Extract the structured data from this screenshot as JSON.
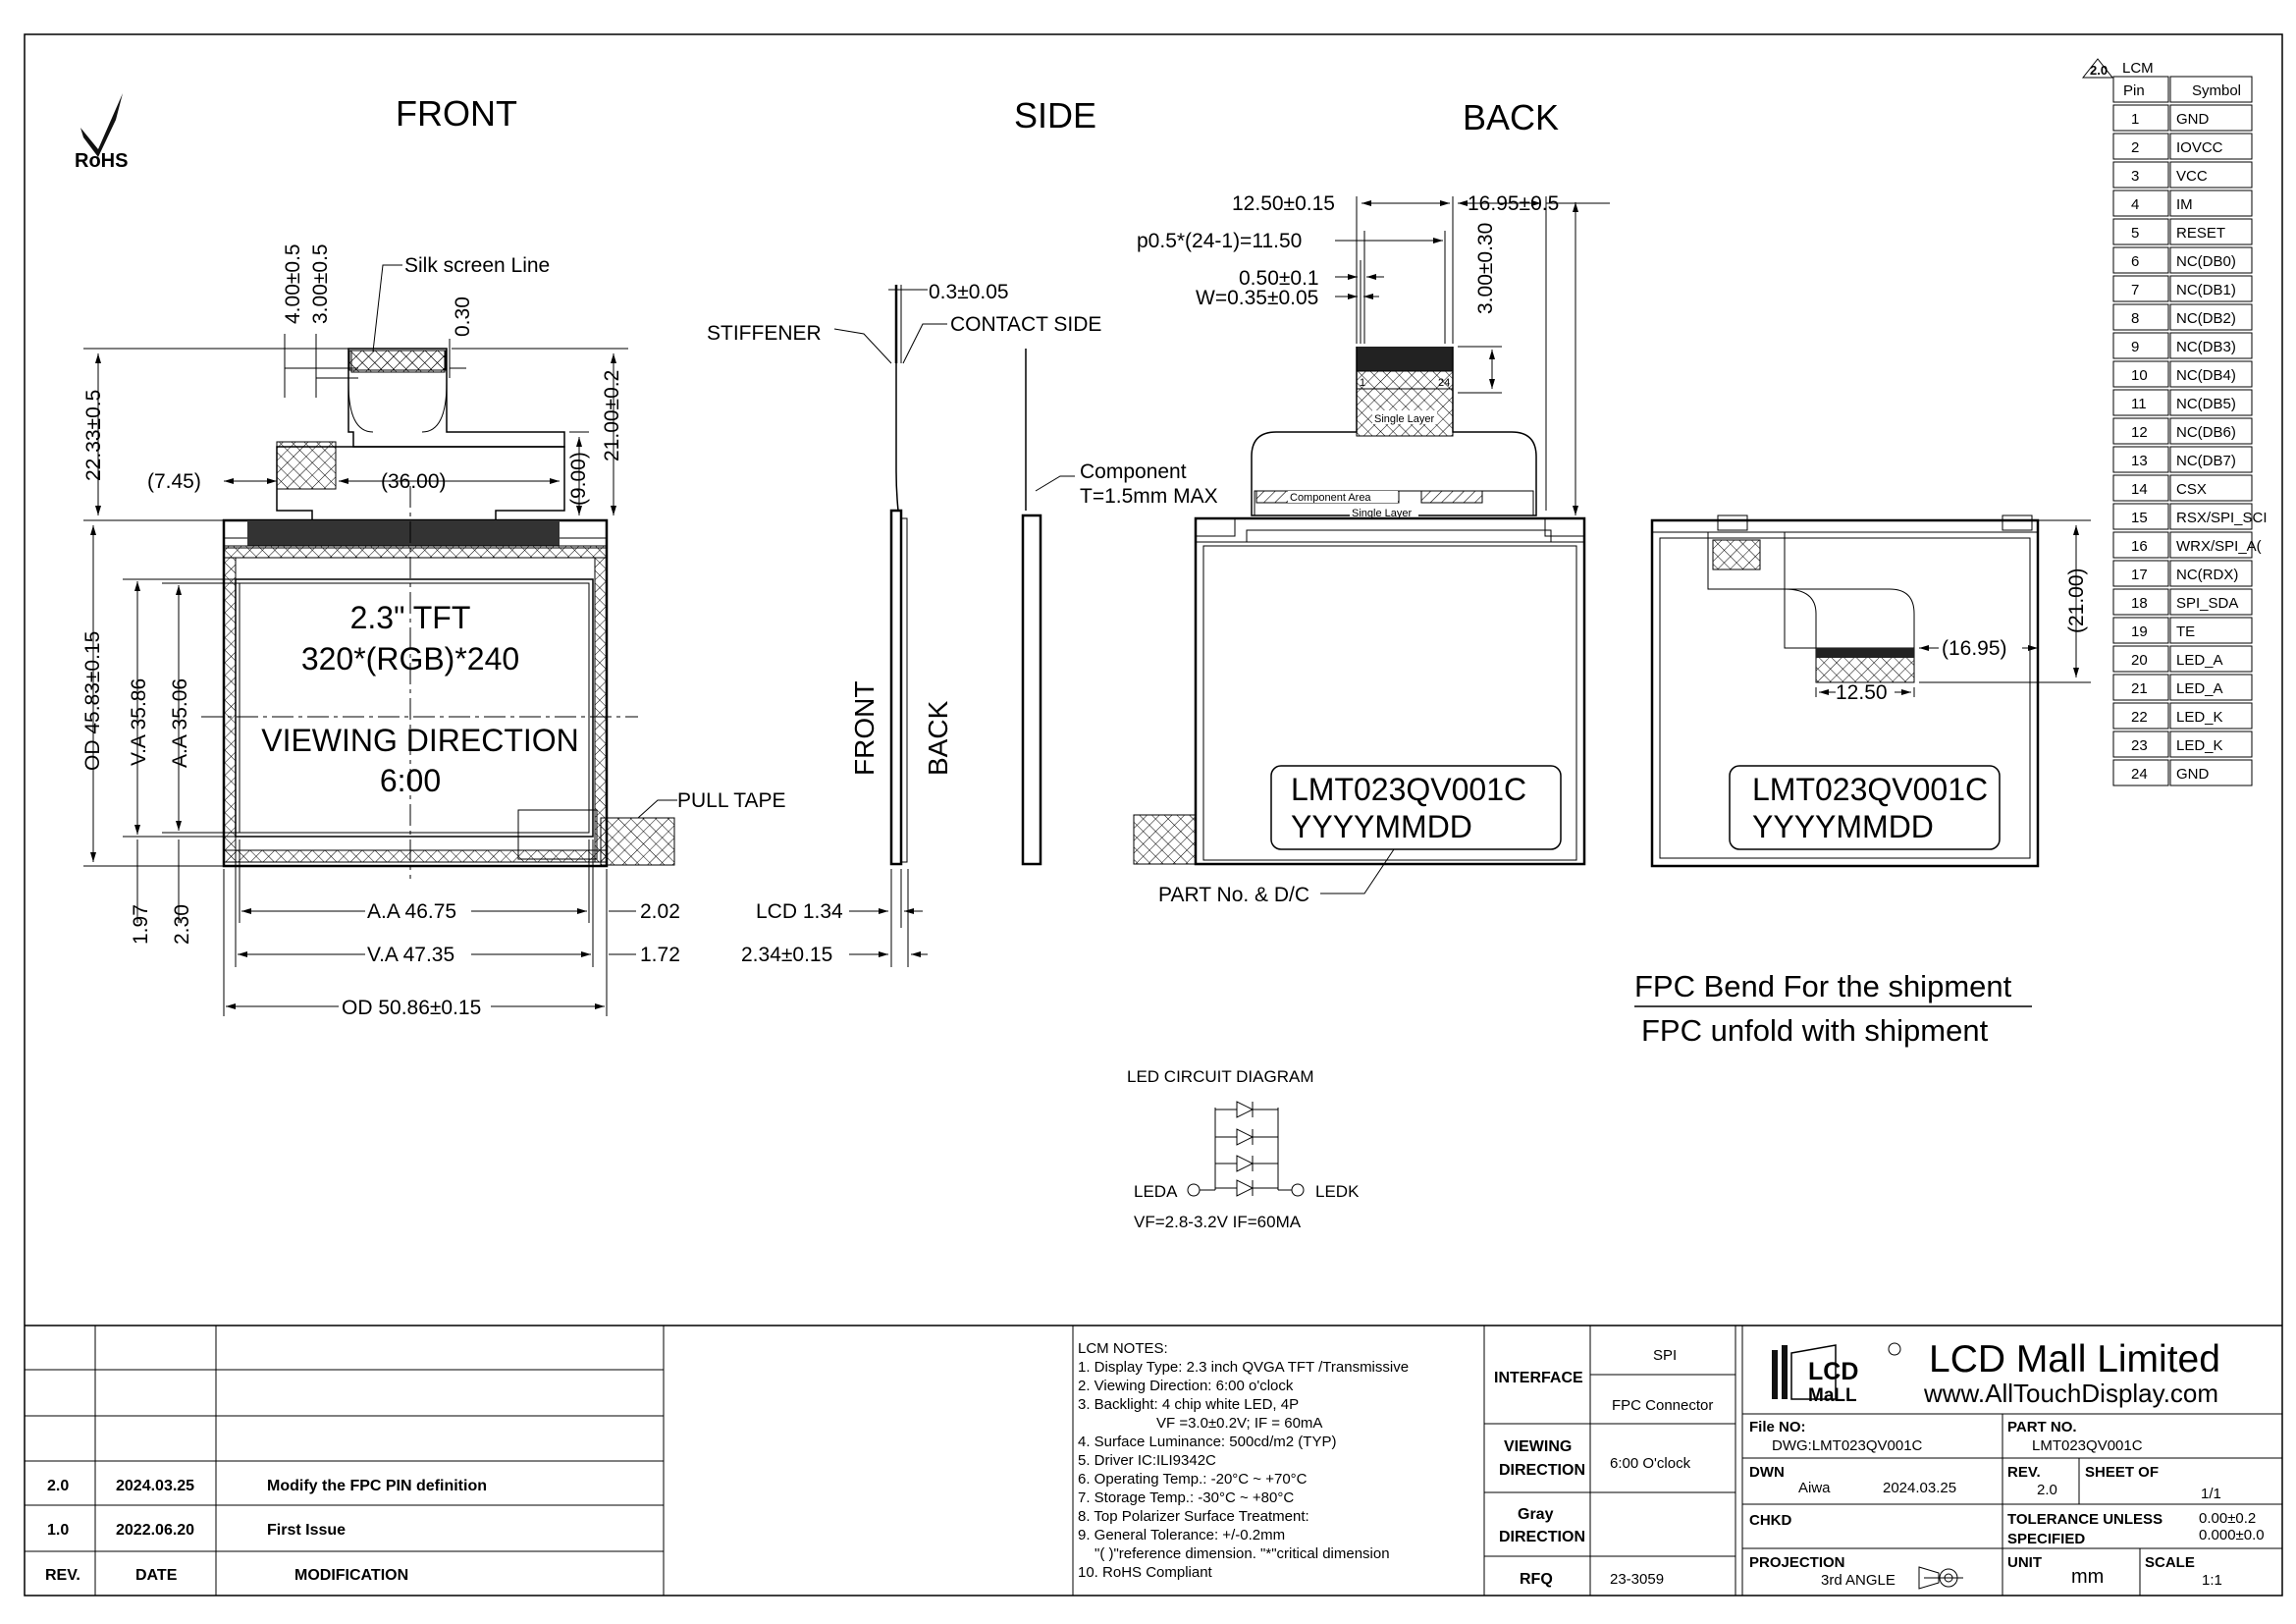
{
  "views": {
    "front": "FRONT",
    "side": "SIDE",
    "back": "BACK"
  },
  "rohs": "RoHS",
  "front": {
    "d_400": "4.00±0.5",
    "d_300": "3.00±0.5",
    "silk": "Silk screen Line",
    "d_030": "0.30",
    "d_2233": "22.33±0.5",
    "d_2100": "21.00±0.2",
    "d_745": "(7.45)",
    "d_3600": "(36.00)",
    "d_900": "(9.00)",
    "tft1": "2.3\" TFT",
    "tft2": "320*(RGB)*240",
    "vd1": "VIEWING DIRECTION",
    "vd2": "6:00",
    "od_v": "OD 45.83±0.15",
    "va_v": "V.A 35.86",
    "aa_v": "A.A 35.06",
    "pull": "PULL TAPE",
    "d_197": "1.97",
    "d_230": "2.30",
    "aa_h": "A.A 46.75",
    "d_202": "2.02",
    "va_h": "V.A 47.35",
    "d_172": "1.72",
    "od_h": "OD 50.86±0.15"
  },
  "side": {
    "d_03": "0.3±0.05",
    "stiffener": "STIFFENER",
    "contact": "CONTACT SIDE",
    "comp1": "Component",
    "comp2": "T=1.5mm MAX",
    "front": "FRONT",
    "back": "BACK",
    "lcd": "LCD 1.34",
    "d_234": "2.34±0.15"
  },
  "back": {
    "d_1250": "12.50±0.15",
    "d_1695": "16.95±0.5",
    "pitch": "p0.5*(24-1)=11.50",
    "d_050": "0.50±0.1",
    "w": "W=0.35±0.05",
    "d_300": "3.00±0.30",
    "pin1": "1",
    "pin24": "24",
    "single1": "Single Layer",
    "comp_area": "Component Area",
    "single2": "Single Layer",
    "label1": "LMT023QV001C",
    "label2": "YYYYMMDD",
    "partno": "PART No. & D/C",
    "d_2100": "(21.00)",
    "d_1695b": "(16.95)",
    "d_1250b": "12.50",
    "label1b": "LMT023QV001C",
    "label2b": "YYYYMMDD"
  },
  "fpc1": "FPC Bend For the shipment",
  "fpc2": "FPC unfold with shipment",
  "led": {
    "title": "LED CIRCUIT DIAGRAM",
    "leda": "LEDA",
    "ledk": "LEDK",
    "spec": "VF=2.8-3.2V  IF=60MA"
  },
  "pin_table": {
    "rev": "2.0",
    "title": "LCM",
    "h_pin": "Pin",
    "h_sym": "Symbol",
    "rows": [
      [
        "1",
        "GND"
      ],
      [
        "2",
        "IOVCC"
      ],
      [
        "3",
        "VCC"
      ],
      [
        "4",
        "IM"
      ],
      [
        "5",
        "RESET"
      ],
      [
        "6",
        "NC(DB0)"
      ],
      [
        "7",
        "NC(DB1)"
      ],
      [
        "8",
        "NC(DB2)"
      ],
      [
        "9",
        "NC(DB3)"
      ],
      [
        "10",
        "NC(DB4)"
      ],
      [
        "11",
        "NC(DB5)"
      ],
      [
        "12",
        "NC(DB6)"
      ],
      [
        "13",
        "NC(DB7)"
      ],
      [
        "14",
        "CSX"
      ],
      [
        "15",
        "RSX/SPI_SCI"
      ],
      [
        "16",
        "WRX/SPI_A("
      ],
      [
        "17",
        "NC(RDX)"
      ],
      [
        "18",
        "SPI_SDA"
      ],
      [
        "19",
        "TE"
      ],
      [
        "20",
        "LED_A"
      ],
      [
        "21",
        "LED_A"
      ],
      [
        "22",
        "LED_K"
      ],
      [
        "23",
        "LED_K"
      ],
      [
        "24",
        "GND"
      ]
    ]
  },
  "revisions": [
    {
      "rev": "2.0",
      "date": "2024.03.25",
      "mod": "Modify the FPC PIN definition"
    },
    {
      "rev": "1.0",
      "date": "2022.06.20",
      "mod": "First Issue"
    }
  ],
  "rev_header": {
    "rev": "REV.",
    "date": "DATE",
    "mod": "MODIFICATION"
  },
  "notes": [
    "LCM NOTES:",
    "1. Display Type: 2.3 inch QVGA TFT /Transmissive",
    "2. Viewing Direction: 6:00 o'clock",
    "3. Backlight: 4 chip white LED, 4P",
    "VF =3.0±0.2V; IF = 60mA",
    "4. Surface Luminance: 500cd/m2 (TYP)",
    "5. Driver IC:ILI9342C",
    "6. Operating Temp.: -20°C ~ +70°C",
    "7. Storage Temp.: -30°C ~ +80°C",
    "8. Top Polarizer Surface Treatment:",
    "9. General Tolerance: +/-0.2mm",
    "\"( )\"reference dimension. \"*\"critical dimension",
    "10. RoHS Compliant"
  ],
  "spec": {
    "interface": "INTERFACE",
    "spi": "SPI",
    "fpc": "FPC Connector",
    "viewing1": "VIEWING",
    "viewing2": "DIRECTION",
    "viewing_val": "6:00 O'clock",
    "gray1": "Gray",
    "gray2": "DIRECTION",
    "rfq": "RFQ",
    "rfq_val": "23-3059"
  },
  "title_block": {
    "logo1": "LCD",
    "logo2": "MaLL",
    "company": "LCD Mall Limited",
    "web": "www.AllTouchDisplay.com",
    "file_l": "File NO:",
    "file_v": "DWG:LMT023QV001C",
    "part_l": "PART NO.",
    "part_v": "LMT023QV001C",
    "dwn_l": "DWN",
    "dwn_n": "Aiwa",
    "dwn_d": "2024.03.25",
    "rev_l": "REV.",
    "rev_v": "2.0",
    "sheet_l": "SHEET OF",
    "sheet_v": "1/1",
    "chkd": "CHKD",
    "tol1": "TOLERANCE UNLESS",
    "tol2": "SPECIFIED",
    "tol_v1": "0.00±0.2",
    "tol_v2": "0.000±0.0",
    "proj_l": "PROJECTION",
    "proj_v": "3rd ANGLE",
    "unit_l": "UNIT",
    "unit_v": "mm",
    "scale_l": "SCALE",
    "scale_v": "1:1"
  }
}
